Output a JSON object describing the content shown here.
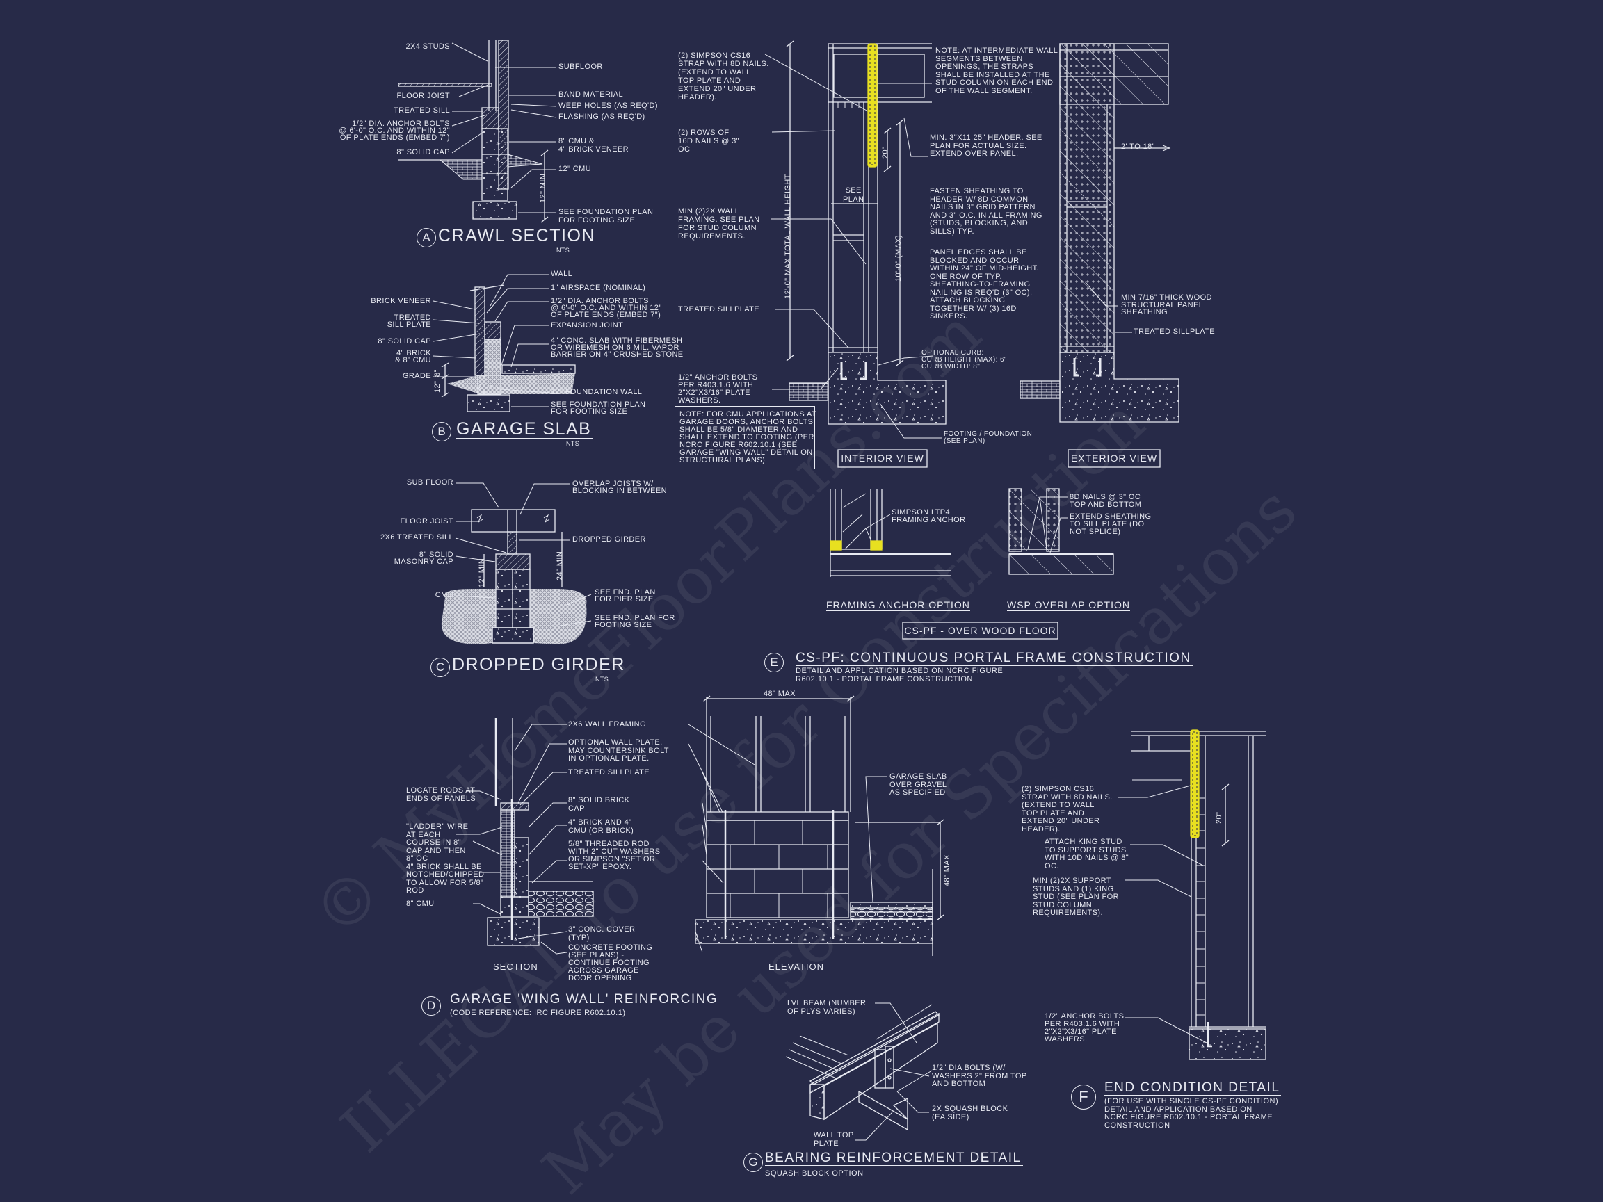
{
  "colors": {
    "background": "#272a48",
    "linework": "#e8eaf2",
    "strap_highlight": "#e8e020"
  },
  "watermark": {
    "line1": "© MyHomeFloorPlans.com",
    "line2": "ILLEGAL to use for Construction",
    "line3": "May be used for Specifications"
  },
  "crawl": {
    "marker": "A",
    "title": "CRAWL SECTION",
    "scale": "NTS",
    "studs": "2X4 STUDS",
    "floor_joist": "FLOOR JOIST",
    "treated_sill": "TREATED SILL",
    "anchor_bolts": "1/2\" DIA. ANCHOR BOLTS\n@ 6'-0\" O.C. AND WITHIN 12\"\nOF PLATE ENDS (EMBED 7\")",
    "solid_cap": "8\" SOLID CAP",
    "subfloor": "SUBFLOOR",
    "band": "BAND MATERIAL",
    "weep": "WEEP HOLES (AS REQ'D)",
    "flashing": "FLASHING (AS REQ'D)",
    "cmu_brick": "8\" CMU &\n4\" BRICK VENEER",
    "cmu12": "12\" CMU",
    "footing": "SEE FOUNDATION PLAN\nFOR FOOTING SIZE",
    "dim_min": "12\" MIN"
  },
  "slab": {
    "marker": "B",
    "title": "GARAGE SLAB",
    "scale": "NTS",
    "wall": "WALL",
    "airspace": "1\" AIRSPACE (NOMINAL)",
    "anchor_bolts": "1/2\" DIA. ANCHOR BOLTS\n@ 6'-0\" O.C. AND WITHIN 12\"\nOF PLATE ENDS (EMBED 7\")",
    "expansion": "EXPANSION JOINT",
    "conc_slab": "4\" CONC. SLAB WITH FIBERMESH\nOR WIREMESH ON 6 MIL. VAPOR\nBARRIER ON 4\" CRUSHED STONE",
    "foundation_wall": "12\" FOUNDATION WALL",
    "footing": "SEE FOUNDATION PLAN\nFOR FOOTING SIZE",
    "brick_veneer": "BRICK VENEER",
    "sill_plate": "TREATED\nSILL PLATE",
    "solid_cap": "8\" SOLID CAP",
    "brick_cmu": "4\" BRICK\n& 8\" CMU",
    "grade": "GRADE",
    "dim_8": "8\"",
    "dim_12": "12\""
  },
  "girder": {
    "marker": "C",
    "title": "DROPPED GIRDER",
    "scale": "NTS",
    "sub_floor": "SUB FLOOR",
    "floor_joist": "FLOOR JOIST",
    "treated_sill": "2x6 TREATED SILL",
    "masonry_cap": "8\" SOLID\nMASONRY CAP",
    "cmu": "CMU",
    "overlap": "OVERLAP JOISTS W/\nBLOCKING IN BETWEEN",
    "dropped_girder": "DROPPED GIRDER",
    "pier_size": "SEE FND. PLAN\nFOR PIER SIZE",
    "footing_size": "SEE FND. PLAN FOR\nFOOTING SIZE",
    "dim_12": "12\" MIN",
    "dim_24": "24\" MIN"
  },
  "portal": {
    "marker": "E",
    "title": "CS-PF: CONTINUOUS PORTAL FRAME CONSTRUCTION",
    "subtitle": "DETAIL AND APPLICATION BASED ON NCRC FIGURE\nR602.10.1 - PORTAL FRAME CONSTRUCTION",
    "strap": "(2) SIMPSON CS16\nSTRAP WITH 8d NAILS.\n(EXTEND TO WALL\nTOP PLATE AND\nEXTEND 20\" UNDER\nHEADER).",
    "rows": "(2) ROWS OF\n16d NAILS @ 3\"\nOC",
    "framing": "MIN (2)2X WALL\nFRAMING. SEE PLAN\nFOR STUD COLUMN\nREQUIREMENTS.",
    "sillplate": "TREATED SILLPLATE",
    "anchor": "1/2\" ANCHOR BOLTS\nPER R403.1.6 WITH\n2\"x2\"x3/16\" PLATE\nWASHERS.",
    "cmu_note": "NOTE: FOR CMU APPLICATIONS AT\nGARAGE DOORS, ANCHOR BOLTS\nSHALL BE 5/8\" DIAMETER AND\nSHALL EXTEND TO FOOTING (PER\nNCRC FIGURE R602.10.1 (SEE\nGARAGE \"WING WALL\" DETAIL ON\nSTRUCTURAL PLANS)",
    "dim_total": "12'-0\" MAX TOTAL WALL HEIGHT",
    "dim_max": "10'-0\" (MAX)",
    "dim_20": "20\"",
    "see_plan": "SEE\nPLAN",
    "note_intermediate": "NOTE: AT INTERMEDIATE WALL\nSEGMENTS BETWEEN\nOPENINGS, THE STRAPS\nSHALL BE INSTALLED AT THE\nSTUD COLUMN ON EACH END\nOF THE WALL SEGMENT.",
    "header": "MIN. 3\"x11.25\" HEADER. SEE\nPLAN FOR ACTUAL SIZE.\nEXTEND OVER PANEL.",
    "fasten": "FASTEN SHEATHING TO\nHEADER W/ 8d COMMON\nNAILS IN 3\" GRID PATTERN\nAND 3\" O.C. IN ALL FRAMING\n(STUDS, BLOCKING, AND\nSILLS) TYP.",
    "panel_edges": "PANEL EDGES SHALL BE\nBLOCKED AND OCCUR\nWITHIN 24\" OF MID-HEIGHT.\nONE ROW OF TYP.\nSHEATHING-TO-FRAMING\nNAILING IS REQ'D (3\" OC).\nATTACH BLOCKING\nTOGETHER W/ (3) 16d\nSINKERS.",
    "curb": "OPTIONAL CURB:\nCURB HEIGHT (MAX): 6\"\nCURB WIDTH: 8\"",
    "footing": "FOOTING / FOUNDATION\n(SEE PLAN)",
    "interior_view": "INTERIOR VIEW",
    "span": "2' TO 18'",
    "sheathing": "MIN 7/16\" THICK WOOD\nSTRUCTURAL PANEL\nSHEATHING",
    "ext_sillplate": "TREATED SILLPLATE",
    "exterior_view": "EXTERIOR VIEW",
    "ltp4": "SIMPSON LTP4\nFRAMING ANCHOR",
    "nails_8d": "8d NAILS @ 3\" OC\nTOP AND BOTTOM",
    "extend_sheathing": "EXTEND SHEATHING\nTO SILL PLATE (DO\nNOT SPLICE)",
    "framing_anchor_option": "FRAMING ANCHOR OPTION",
    "wsp_option": "WSP OVERLAP OPTION",
    "over_wood_floor": "CS-PF - OVER WOOD FLOOR"
  },
  "wing": {
    "marker": "D",
    "title": "GARAGE 'WING WALL' REINFORCING",
    "subtitle": "(CODE REFERENCE: IRC FIGURE R602.10.1)",
    "locate_rods": "LOCATE RODS AT\nENDS OF PANELS",
    "ladder": "\"LADDER\" WIRE\nAT EACH\nCOURSE IN 8\"\nCAP AND THEN\n8\" OC\n4\" BRICK SHALL BE\nNOTCHED/CHIPPED\nTO ALLOW FOR 5/8\"\nROD",
    "cmu8": "8\" CMU",
    "wall_framing": "2x6 WALL FRAMING",
    "wall_plate": "OPTIONAL WALL PLATE.\nMAY COUNTERSINK BOLT\nIN OPTIONAL PLATE.",
    "sillplate": "TREATED SILLPLATE",
    "brick_cap": "8\" SOLID BRICK\nCAP",
    "brick_cmu": "4\" BRICK AND 4\"\nCMU (OR BRICK)",
    "rod": "5/8\" THREADED ROD\nWITH 2\" CUT WASHERS\nOR SIMPSON \"SET OR\nSET-XP\" EPOXY.",
    "cover": "3\" CONC. COVER\n(TYP)",
    "footing": "CONCRETE FOOTING\n(SEE PLANS) -\nCONTINUE FOOTING\nACROSS GARAGE\nDOOR OPENING",
    "section": "SECTION",
    "elevation": "ELEVATION",
    "width_max": "48\" MAX",
    "height_max": "48\" MAX",
    "garage_slab": "GARAGE SLAB\nOVER GRAVEL\nAS SPECIFIED"
  },
  "bearing": {
    "marker": "G",
    "title": "BEARING REINFORCEMENT DETAIL",
    "subtitle": "SQUASH BLOCK OPTION",
    "lvl": "LVL BEAM (NUMBER\nOF PLYS VARIES)",
    "bolts": "1/2\" DIA BOLTS (W/\nWASHERS 2\" FROM TOP\nAND BOTTOM",
    "squash": "2x SQUASH BLOCK\n(EA SIDE)",
    "top_plate": "WALL TOP\nPLATE"
  },
  "endcond": {
    "marker": "F",
    "title": "END CONDITION DETAIL",
    "subtitle": "(FOR USE WITH SINGLE CS-PF CONDITION)\nDETAIL AND APPLICATION BASED ON\nNCRC FIGURE R602.10.1 - PORTAL FRAME\nCONSTRUCTION",
    "strap": "(2) SIMPSON CS16\nSTRAP WITH 8d NAILS.\n(EXTEND TO WALL\nTOP PLATE AND\nEXTEND 20\" UNDER\nHEADER).",
    "king_stud": "ATTACH KING STUD\nTO SUPPORT STUDS\nWITH 10d NAILS @ 8\"\nOC.",
    "support": "MIN (2)2X SUPPORT\nSTUDS AND (1) KING\nSTUD (SEE PLAN FOR\nSTUD COLUMN\nREQUIREMENTS).",
    "anchor": "1/2\" ANCHOR BOLTS\nPER R403.1.6 WITH\n2\"x2\"x3/16\" PLATE\nWASHERS.",
    "dim_20": "20\""
  }
}
